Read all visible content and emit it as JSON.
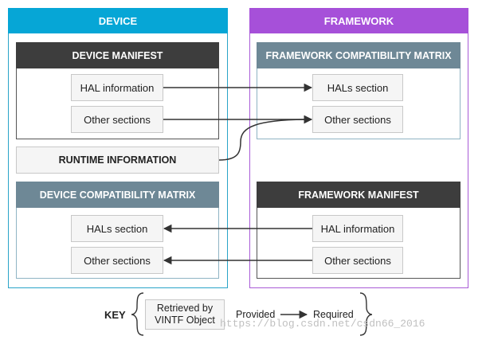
{
  "device": {
    "title": "DEVICE",
    "manifest": {
      "title": "DEVICE MANIFEST",
      "items": [
        "HAL information",
        "Other sections"
      ]
    },
    "runtime": "RUNTIME INFORMATION",
    "compat_matrix": {
      "title": "DEVICE COMPATIBILITY MATRIX",
      "items": [
        "HALs section",
        "Other sections"
      ]
    }
  },
  "framework": {
    "title": "FRAMEWORK",
    "compat_matrix": {
      "title": "FRAMEWORK COMPATIBILITY MATRIX",
      "items": [
        "HALs section",
        "Other sections"
      ]
    },
    "manifest": {
      "title": "FRAMEWORK MANIFEST",
      "items": [
        "HAL information",
        "Other sections"
      ]
    }
  },
  "key": {
    "label": "KEY",
    "retrieved_line1": "Retrieved by",
    "retrieved_line2": "VINTF Object",
    "provided": "Provided",
    "required": "Required"
  },
  "watermark": "https://blog.csdn.net/csdn66_2016",
  "colors": {
    "device_accent": "#06a6d6",
    "framework_accent": "#a650d9",
    "dark_header": "#3d3d3d",
    "slate_header": "#6e8896"
  }
}
